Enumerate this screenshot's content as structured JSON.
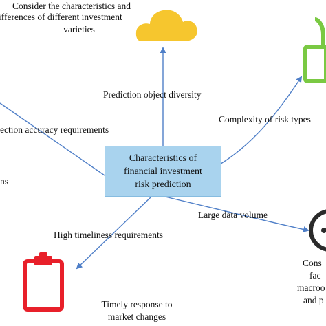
{
  "center": {
    "lines": [
      "Characteristics of",
      "financial investment",
      "risk prediction"
    ]
  },
  "branches": {
    "diversity": {
      "label": "Prediction object diversity",
      "caption": [
        "Consider the characteristics and",
        "ifferences of different investment",
        "varieties"
      ]
    },
    "accuracy": {
      "label": "ection accuracy requirements",
      "caption": [
        "ns"
      ]
    },
    "complexity": {
      "label": "Complexity of risk types"
    },
    "timeliness": {
      "label": "High timeliness requirements",
      "caption": [
        "Timely response to",
        "market changes"
      ]
    },
    "volume": {
      "label": "Large data volume",
      "caption": [
        "Cons",
        "fac",
        "macroo",
        "and p"
      ]
    }
  },
  "colors": {
    "arrow": "#4f7fc8",
    "center_fill": "#a9d3ee",
    "cloud": "#f6c62e",
    "clipboard": "#e8202a",
    "lock": "#7ac943",
    "clock": "#2b2b2b"
  },
  "icons": [
    "cloud-icon",
    "clipboard-icon",
    "lock-icon",
    "clock-icon"
  ]
}
